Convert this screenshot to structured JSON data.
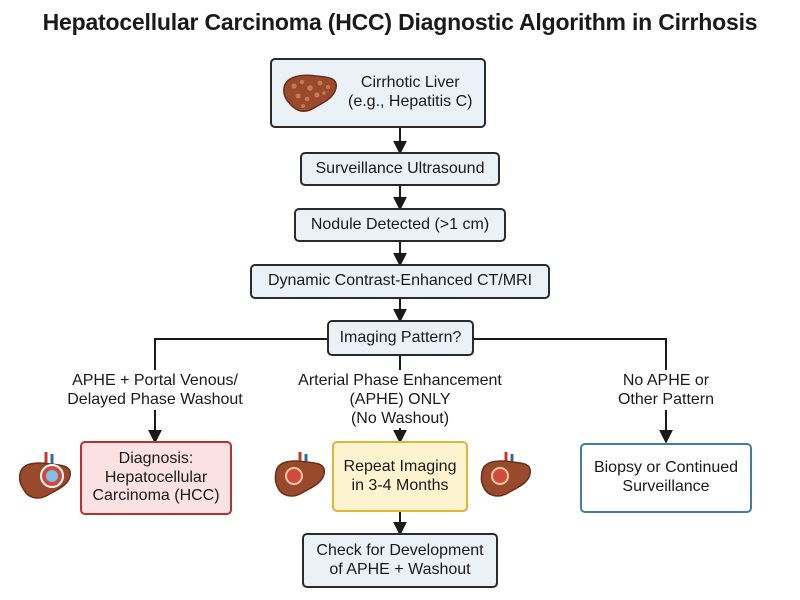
{
  "title": "Hepatocellular Carcinoma (HCC) Diagnostic Algorithm in Cirrhosis",
  "nodes": {
    "cirrhotic_liver": "Cirrhotic Liver\n(e.g., Hepatitis C)",
    "surveillance": "Surveillance Ultrasound",
    "nodule": "Nodule Detected (>1 cm)",
    "imaging": "Dynamic Contrast-Enhanced CT/MRI",
    "pattern": "Imaging Pattern?",
    "hcc": "Diagnosis:\nHepatocellular\nCarcinoma (HCC)",
    "repeat": "Repeat Imaging\nin 3-4 Months",
    "biopsy": "Biopsy or Continued\nSurveillance",
    "check": "Check for Development\nof APHE + Washout"
  },
  "branch_labels": {
    "left": "APHE + Portal Venous/\nDelayed Phase Washout",
    "middle": "Arterial Phase Enhancement\n(APHE) ONLY\n(No Washout)",
    "right": "No APHE or\nOther Pattern"
  },
  "colors": {
    "box_fill": "#eaf1f7",
    "hcc_fill": "#fbe1e1",
    "hcc_border": "#b5332e",
    "repeat_fill": "#fdf3cf",
    "repeat_border": "#e0b63a",
    "biopsy_fill": "#ffffff",
    "biopsy_border": "#3f7ea6",
    "liver": "#9a4a2c"
  },
  "icons": {
    "top": "cirrhotic-liver-icon",
    "hcc_left": "liver-tumor-icon",
    "repeat_left": "liver-lesion-icon",
    "repeat_right": "liver-lesion-icon"
  }
}
